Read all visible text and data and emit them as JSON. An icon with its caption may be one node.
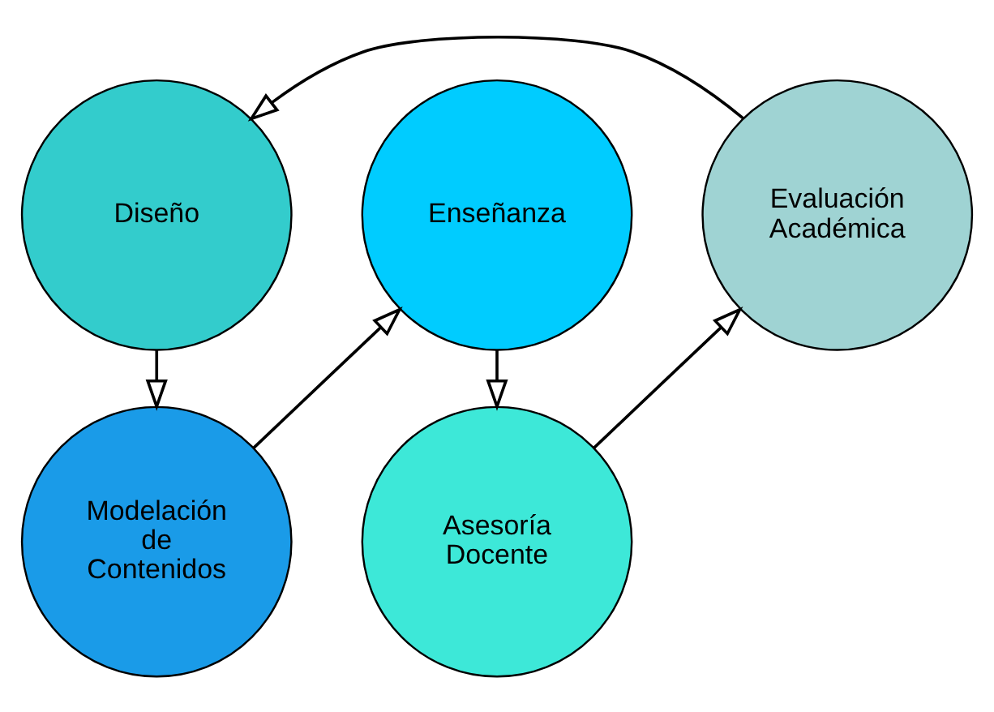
{
  "diagram": {
    "nodes": [
      {
        "text": [
          "Diseño"
        ]
      },
      {
        "text": [
          "Enseñanza"
        ]
      },
      {
        "text": [
          "Evaluación Académica"
        ]
      },
      {
        "text": [
          "Modelación de Contenidos"
        ]
      },
      {
        "text": [
          "Asesoría Docente"
        ]
      }
    ],
    "edges": [
      {
        "from": 0,
        "to": 3,
        "arrow": "to"
      },
      {
        "from": 3,
        "to": 1,
        "arrow": "to"
      },
      {
        "from": 1,
        "to": 4,
        "arrow": "to"
      },
      {
        "from": 4,
        "to": 2,
        "arrow": "to"
      },
      {
        "from": 2,
        "to": 0,
        "arrow": "to"
      }
    ]
  }
}
